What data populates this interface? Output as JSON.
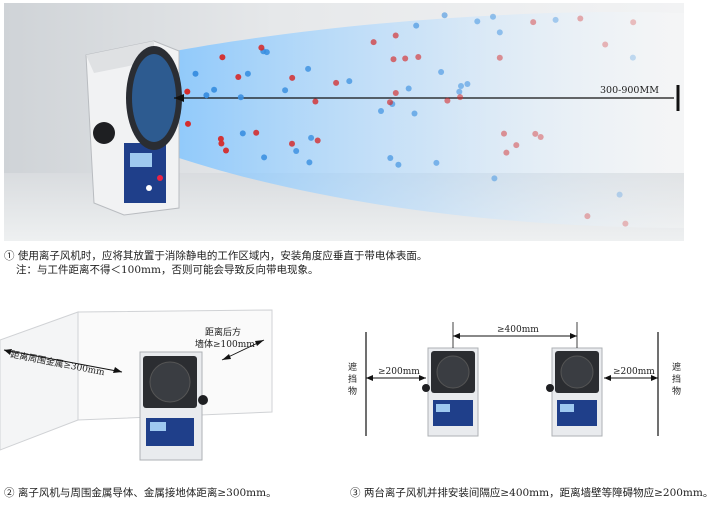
{
  "hero": {
    "distance_label": "300-900MM"
  },
  "captions": {
    "c1_line1": "① 使用离子风机时，应将其放置于消除静电的工作区域内，安装角度应垂直于带电体表面。",
    "c1_line2": "注：与工件距离不得＜100mm，否则可能会导致反向带电现象。",
    "c2": "② 离子风机与周围金属导体、金属接地体距离≥300mm。",
    "c3": "③ 两台离子风机并排安装间隔应≥400mm，距离墙壁等障碍物应≥200mm。"
  },
  "diagram2": {
    "label_side": "距离周围金属≥300mm",
    "label_back_1": "距离后方",
    "label_back_2": "墙体≥100mm"
  },
  "diagram3": {
    "label_between": "≥400mm",
    "label_left": "≥200mm",
    "label_right": "≥200mm",
    "obstacle_left": [
      "遮",
      "挡",
      "物"
    ],
    "obstacle_right": [
      "遮",
      "挡",
      "物"
    ]
  },
  "colors": {
    "positive_ion": "#d42a2a",
    "negative_ion": "#3a8fe0",
    "panel_blue": "#1f3f8a",
    "housing": "#eef0f2"
  }
}
